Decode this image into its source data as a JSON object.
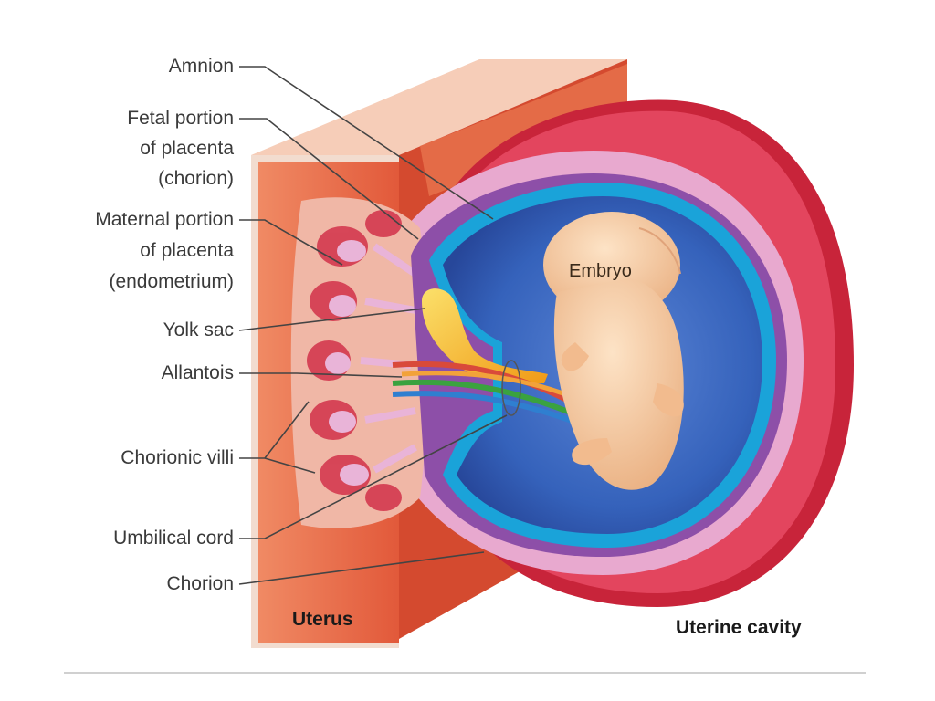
{
  "labels": {
    "amnion": "Amnion",
    "fetal_portion_l1": "Fetal portion",
    "fetal_portion_l2": "of placenta",
    "fetal_portion_l3": "(chorion)",
    "maternal_portion_l1": "Maternal portion",
    "maternal_portion_l2": "of placenta",
    "maternal_portion_l3": "(endometrium)",
    "yolk_sac": "Yolk sac",
    "allantois": "Allantois",
    "chorionic_villi": "Chorionic villi",
    "umbilical_cord": "Umbilical cord",
    "chorion": "Chorion",
    "embryo": "Embryo",
    "uterus": "Uterus",
    "uterine_cavity": "Uterine cavity"
  },
  "colors": {
    "uterus_wall": "#e8623f",
    "uterus_dark": "#c9412a",
    "uterus_top": "#f3c3ae",
    "outer_ring": "#c8243a",
    "chorion_pink": "#e7a7cf",
    "amniotic_fluid": "#2f5bb0",
    "amnion_cyan": "#1aa3d9",
    "embryo": "#f6caa0",
    "yolk": "#f2b51f"
  }
}
